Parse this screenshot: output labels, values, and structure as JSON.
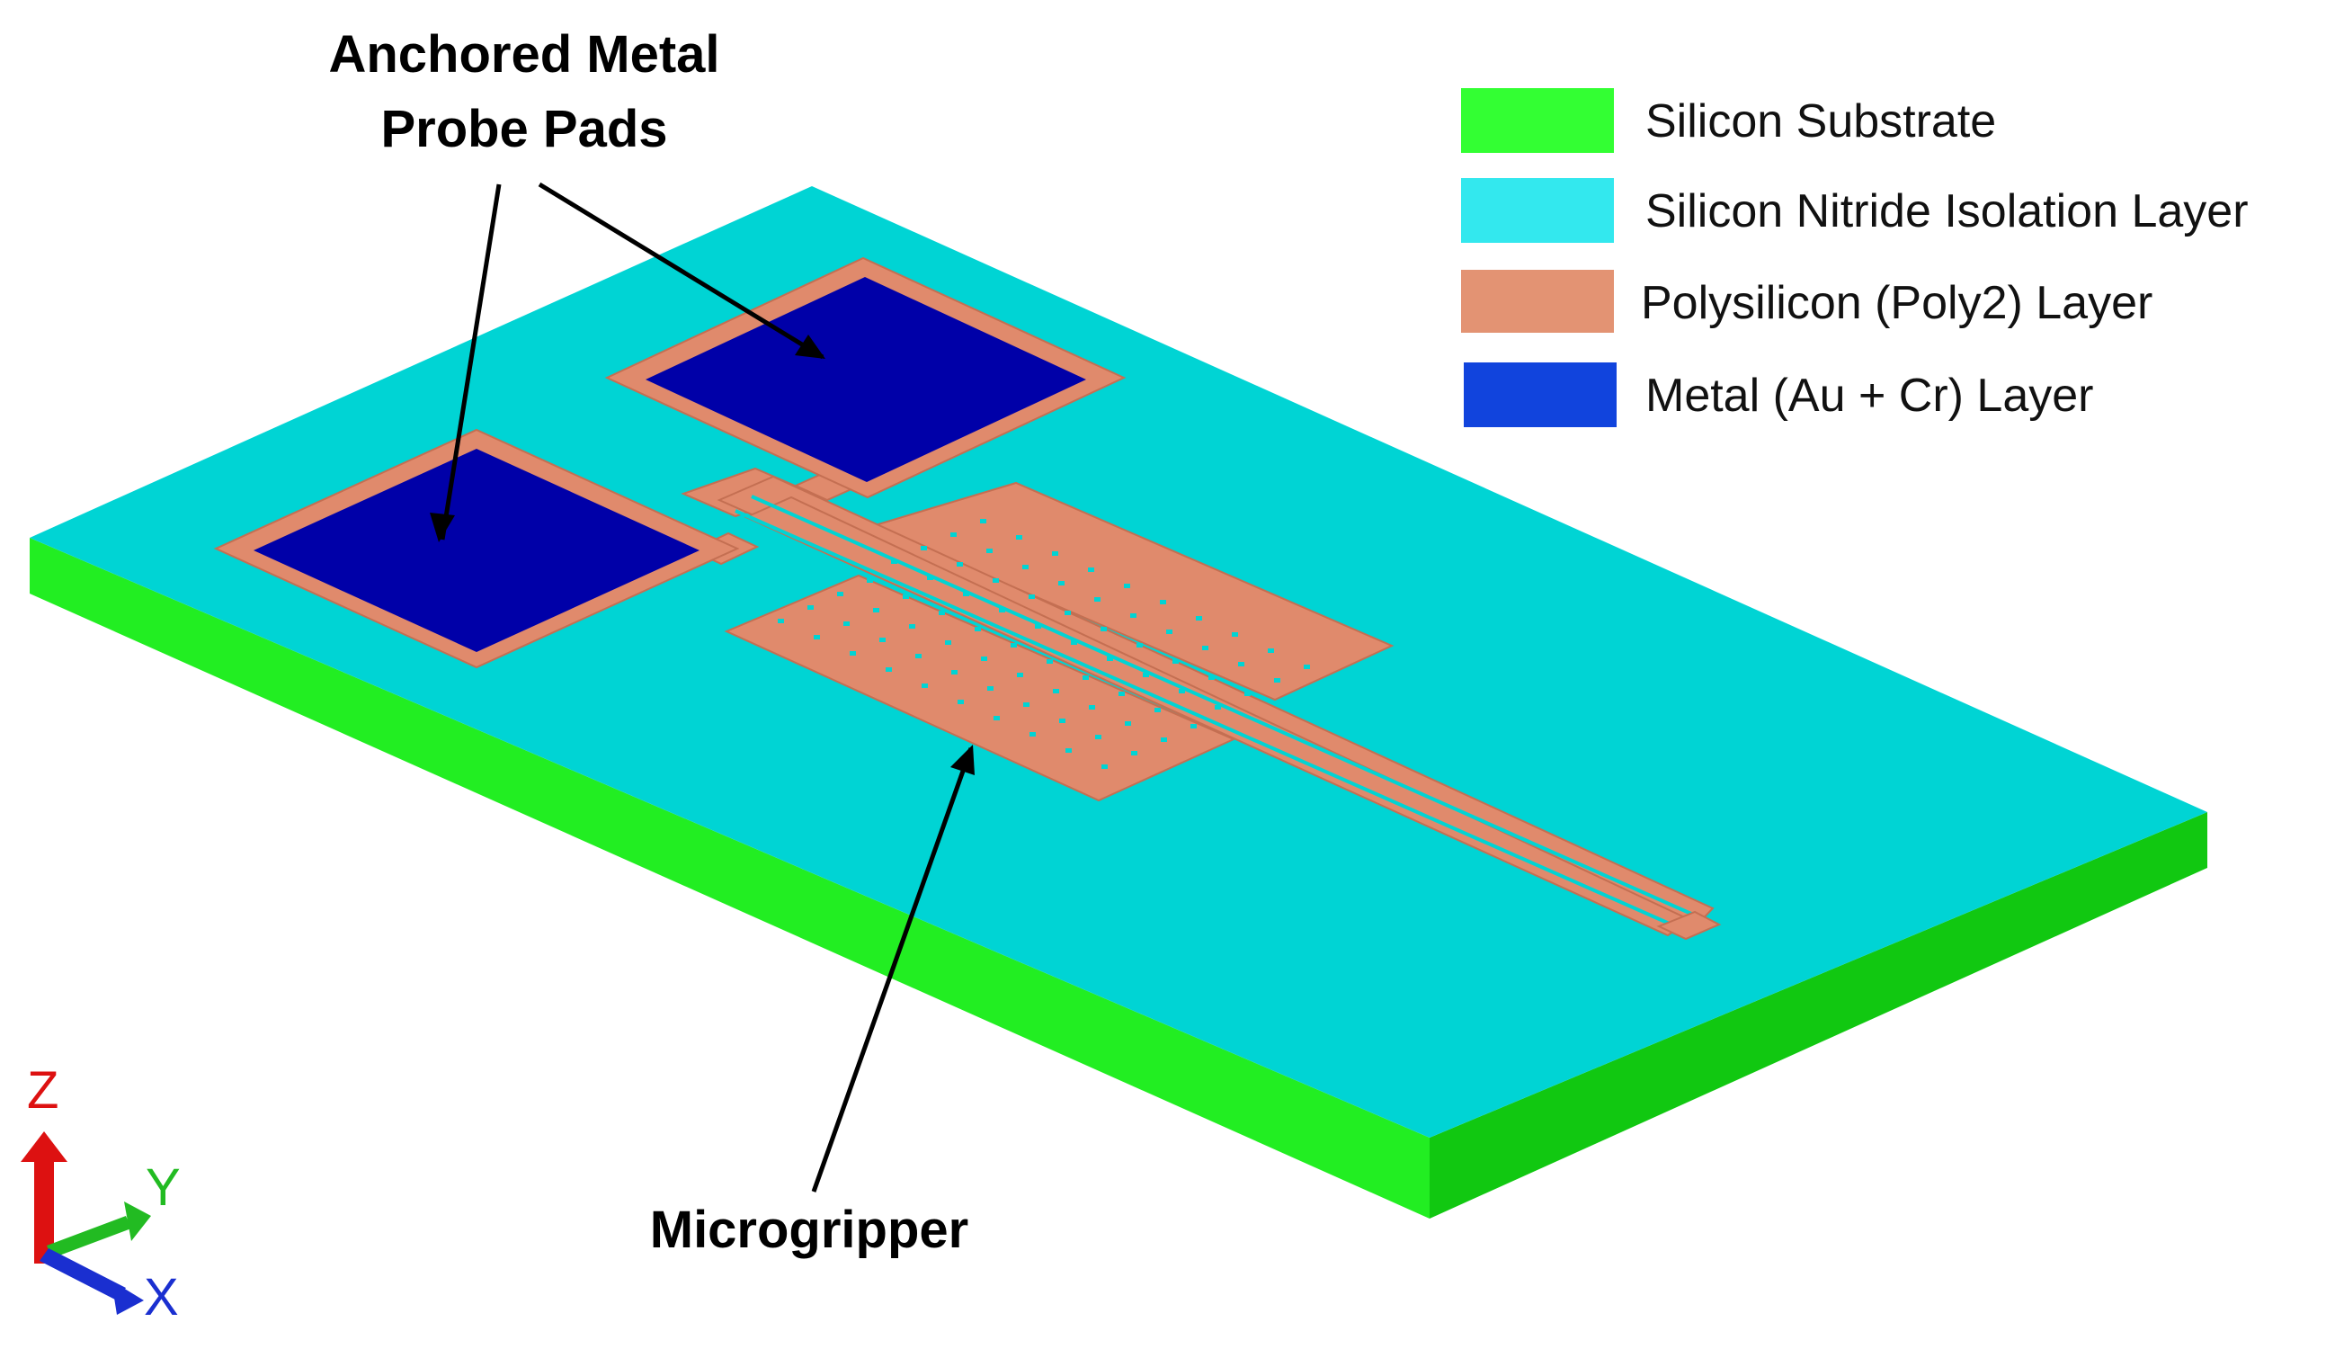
{
  "callouts": {
    "probe_pads_line1": "Anchored Metal",
    "probe_pads_line2": "Probe Pads",
    "microgripper": "Microgripper"
  },
  "legend": [
    {
      "label": "Silicon Substrate",
      "color": "#33ff33"
    },
    {
      "label": "Silicon Nitride Isolation Layer",
      "color": "#33e8ee"
    },
    {
      "label": "Polysilicon (Poly2) Layer",
      "color": "#e39373"
    },
    {
      "label": "Metal (Au + Cr) Layer",
      "color": "#1144dd"
    }
  ],
  "axes": {
    "z": {
      "label": "Z",
      "color": "#dd1111"
    },
    "y": {
      "label": "Y",
      "color": "#22bb22"
    },
    "x": {
      "label": "X",
      "color": "#1a2fd0"
    }
  },
  "colors": {
    "substrate_front": "#22ee22",
    "substrate_side": "#11c811",
    "nitride_top": "#00d4d4",
    "poly": "#e08a6c",
    "poly_edge": "#c46f52",
    "metal": "#0000a8"
  }
}
